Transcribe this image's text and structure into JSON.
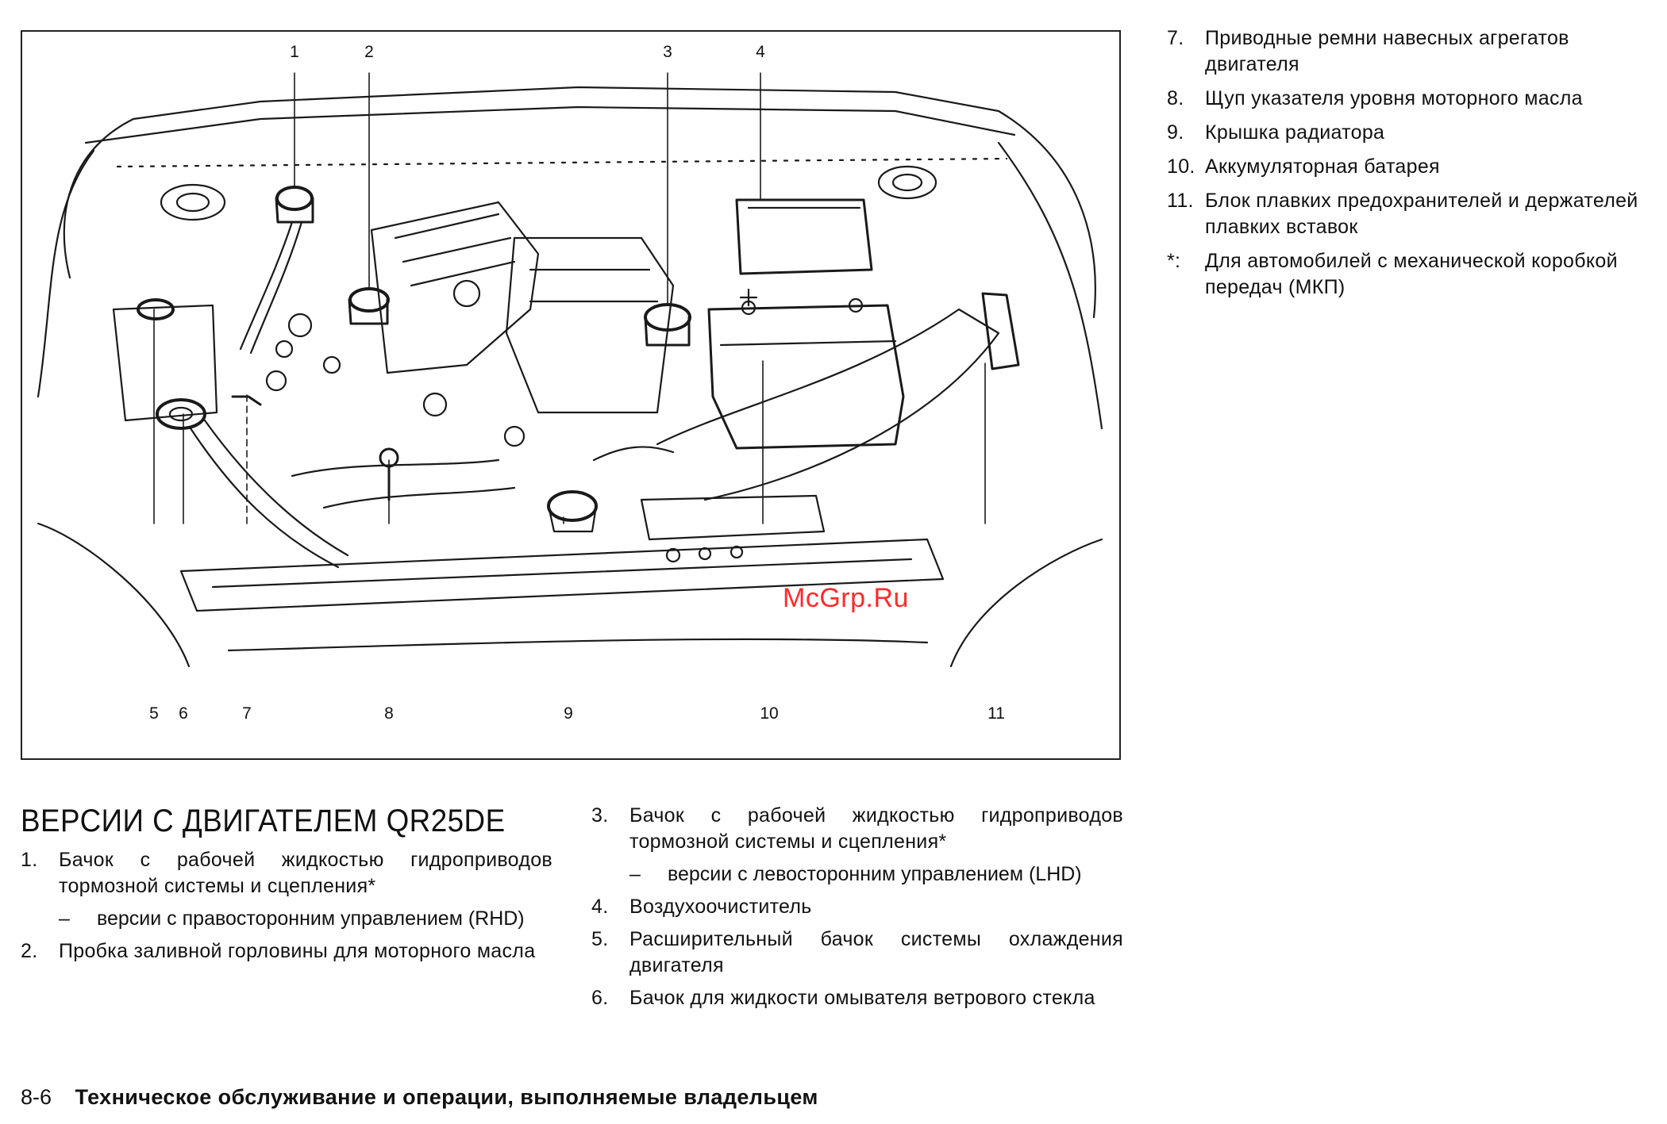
{
  "figure": {
    "callouts": [
      "1",
      "2",
      "3",
      "4",
      "5",
      "6",
      "7",
      "8",
      "9",
      "10",
      "11"
    ],
    "watermark": "McGrp.Ru"
  },
  "right_column": [
    {
      "num": "7.",
      "text": "Приводные ремни навесных агрегатов двигателя"
    },
    {
      "num": "8.",
      "text": "Щуп указателя уровня моторного масла"
    },
    {
      "num": "9.",
      "text": "Крышка радиатора"
    },
    {
      "num": "10.",
      "text": "Аккумуляторная батарея"
    },
    {
      "num": "11.",
      "text": "Блок плавких предохранителей и держателей плавких вставок"
    },
    {
      "num": "*:",
      "text": "Для автомобилей с механической коробкой передач (МКП)"
    }
  ],
  "section_title": "ВЕРСИИ С ДВИГАТЕЛЕМ QR25DE",
  "column1": [
    {
      "num": "1.",
      "text": "Бачок с рабочей жидкостью гидроприводов тормозной системы и сцепления*"
    },
    {
      "dash": "–",
      "text": "версии с правосторонним управлением (RHD)"
    },
    {
      "num": "2.",
      "text": "Пробка заливной горловины для моторного масла"
    }
  ],
  "column2": [
    {
      "num": "3.",
      "text": "Бачок с рабочей жидкостью гидроприводов тормозной системы и сцепления*"
    },
    {
      "dash": "–",
      "text": "версии с левосторонним управлением (LHD)"
    },
    {
      "num": "4.",
      "text": "Воздухоочиститель"
    },
    {
      "num": "5.",
      "text": "Расширительный бачок системы охлаждения двигателя"
    },
    {
      "num": "6.",
      "text": "Бачок для жидкости омывателя ветрового стекла"
    }
  ],
  "footer": {
    "page": "8-6",
    "title": "Техническое обслуживание и операции, выполняемые владельцем"
  }
}
